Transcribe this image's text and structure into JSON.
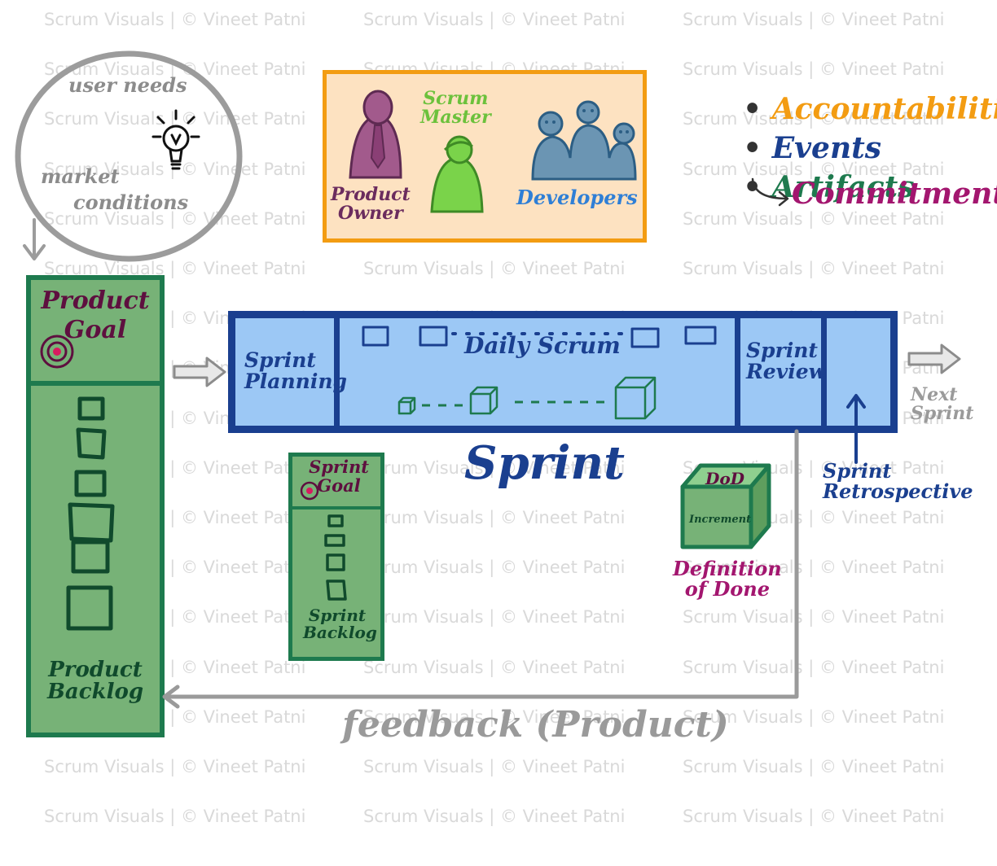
{
  "watermark": "Scrum Visuals | © Vineet Patni",
  "inputs": {
    "user_needs": "user needs",
    "market": "market",
    "conditions": "conditions",
    "bulb_icon": "lightbulb-icon"
  },
  "roles": {
    "scrum_master": "Scrum\nMaster",
    "product_owner": "Product\nOwner",
    "developers": "Developers"
  },
  "legend": {
    "items": [
      {
        "label": "Accountabilities",
        "color": "#f39c12"
      },
      {
        "label": "Events",
        "color": "#1a3f8f"
      },
      {
        "label": "Artifacts",
        "color": "#1e7a4e"
      }
    ],
    "commitments": {
      "label": "Commitments",
      "color": "#a3166f"
    }
  },
  "product_backlog": {
    "goal_title": "Product\nGoal",
    "label": "Product\nBacklog"
  },
  "sprint": {
    "planning": "Sprint\nPlanning",
    "daily_scrum": "Daily Scrum",
    "review": "Sprint\nReview",
    "retrospective": "Sprint\nRetrospective",
    "title": "Sprint",
    "next": "Next\nSprint"
  },
  "sprint_backlog": {
    "goal_title": "Sprint\nGoal",
    "label": "Sprint\nBacklog"
  },
  "increment": {
    "dod_label": "DoD",
    "increment_label": "Increment",
    "definition": "Definition\nof Done"
  },
  "feedback": "feedback (Product)",
  "colors": {
    "orange": "#f39c12",
    "blue": "#1a3f8f",
    "green": "#1e7a4e",
    "magenta": "#a3166f",
    "gray": "#9a9a9a"
  }
}
